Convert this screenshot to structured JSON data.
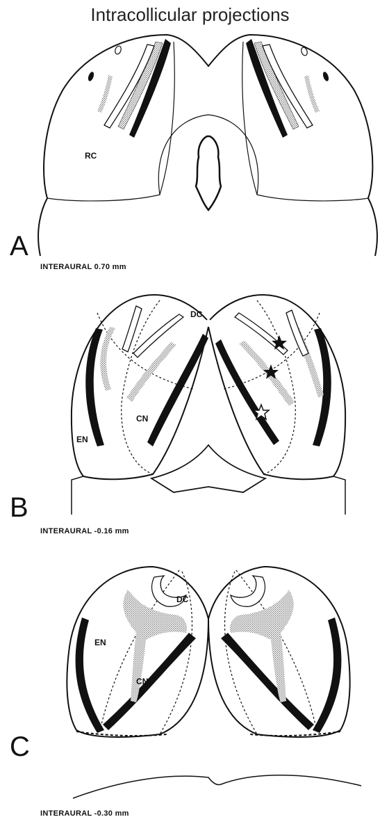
{
  "title": "Intracollicular projections",
  "panels": [
    {
      "letter": "A",
      "caption": "INTERAURAL 0.70  mm",
      "labels": [
        "RC"
      ]
    },
    {
      "letter": "B",
      "caption": "INTERAURAL -0.16  mm",
      "labels": [
        "DC",
        "EN",
        "CN"
      ]
    },
    {
      "letter": "C",
      "caption": "INTERAURAL -0.30  mm",
      "labels": [
        "DC",
        "EN",
        "CN"
      ]
    }
  ]
}
